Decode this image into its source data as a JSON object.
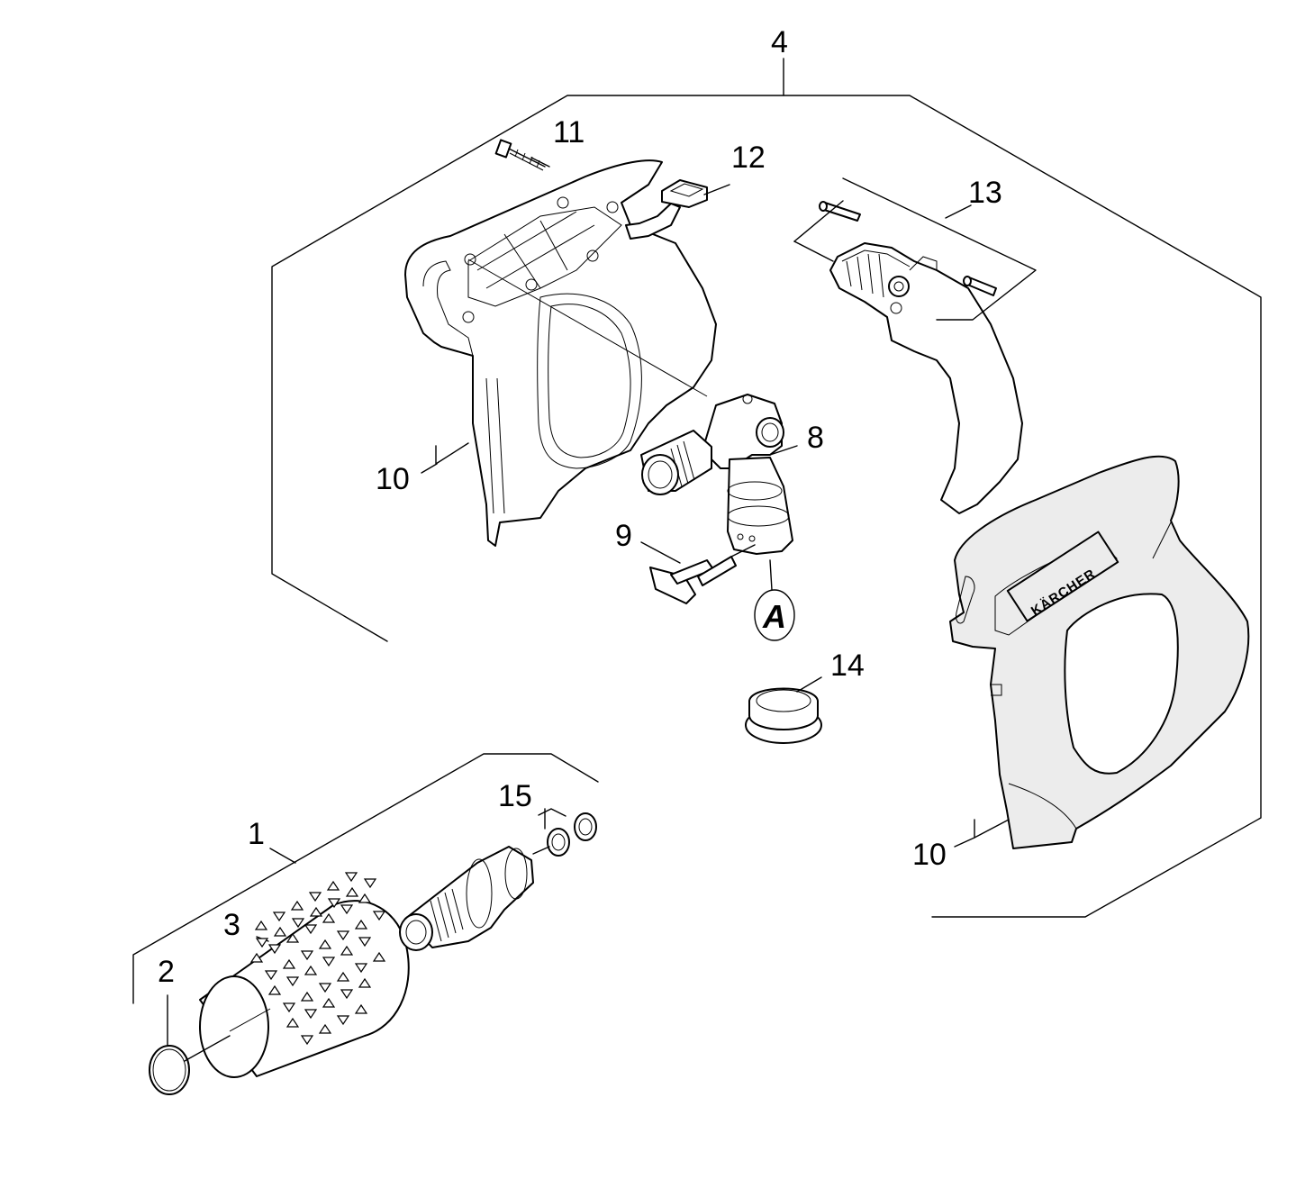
{
  "callouts": {
    "n1": "1",
    "n2": "2",
    "n3": "3",
    "n4": "4",
    "n8": "8",
    "n9": "9",
    "n10a": "10",
    "n10b": "10",
    "n11": "11",
    "n12": "12",
    "n13": "13",
    "n14": "14",
    "n15": "15"
  },
  "detail_marker": "A",
  "brand_text": "KÄRCHER"
}
